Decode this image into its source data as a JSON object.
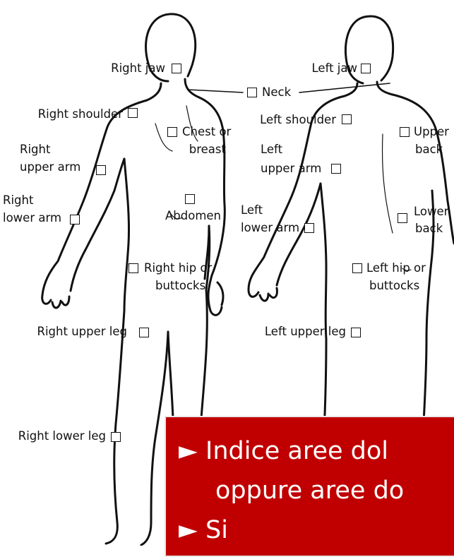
{
  "labels": {
    "right_jaw": "Right jaw",
    "left_jaw": "Left jaw",
    "neck": "Neck",
    "right_shoulder": "Right shoulder",
    "left_shoulder": "Left shoulder",
    "chest_l1": "Chest or",
    "chest_l2": "breast",
    "upper_back_l1": "Upper",
    "upper_back_l2": "back",
    "right_upper_arm_l1": "Right",
    "right_upper_arm_l2": "upper arm",
    "left_upper_arm_l1": "Left",
    "left_upper_arm_l2": "upper arm",
    "right_lower_arm_l1": "Right",
    "right_lower_arm_l2": "lower arm",
    "left_lower_arm_l1": "Left",
    "left_lower_arm_l2": "lower arm",
    "abdomen": "Abdomen",
    "lower_back_l1": "Lower",
    "lower_back_l2": "back",
    "right_hip_l1": "Right hip or",
    "right_hip_l2": "buttocks",
    "left_hip_l1": "Left hip or",
    "left_hip_l2": "buttocks",
    "right_upper_leg": "Right upper leg",
    "left_upper_leg": "Left upper leg",
    "right_lower_leg": "Right lower leg"
  },
  "banner": {
    "line1": "► Indice aree dol",
    "line2": "oppure aree do",
    "line3": "► Si"
  },
  "colors": {
    "banner_bg": "#c00000",
    "banner_text": "#ffffff",
    "line": "#111111"
  }
}
